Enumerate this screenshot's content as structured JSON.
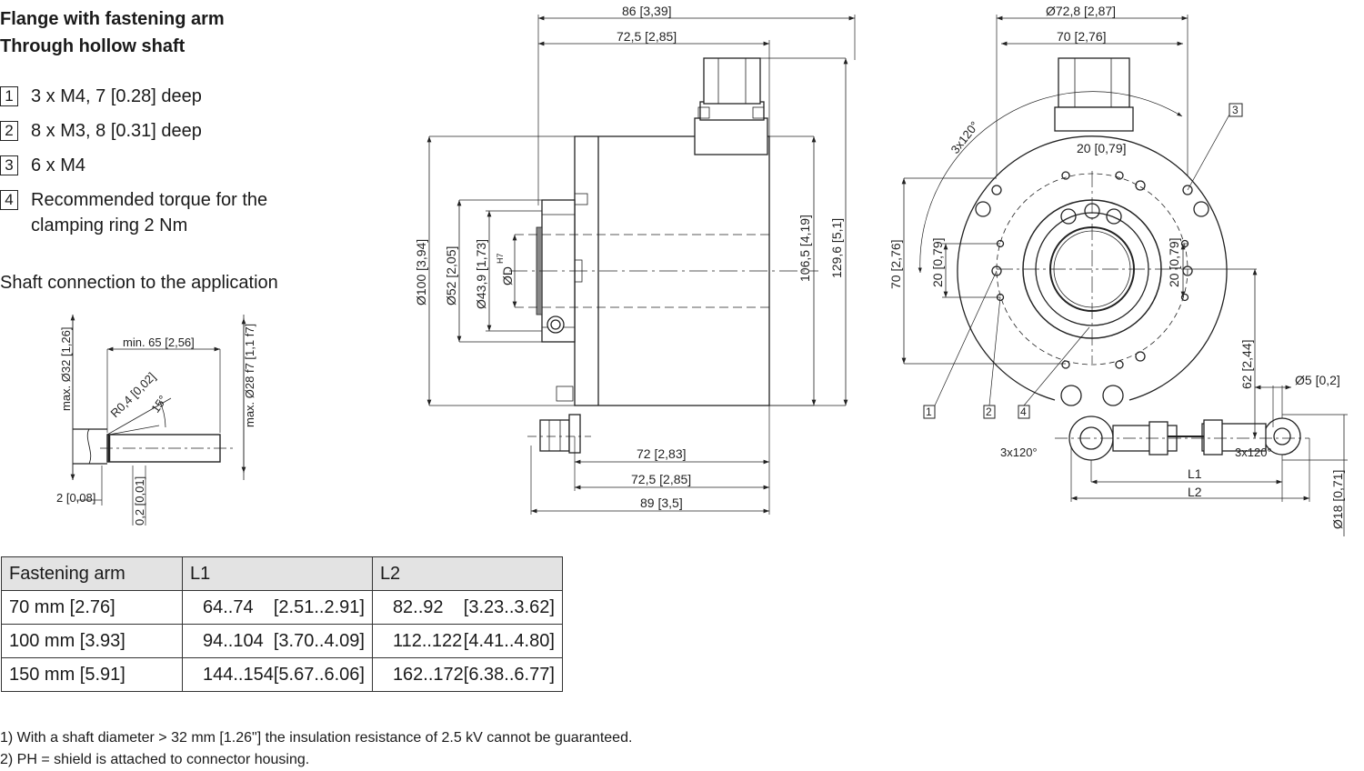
{
  "heading": {
    "line1": "Flange with fastening arm",
    "line2": "Through hollow shaft"
  },
  "legend": [
    {
      "num": "1",
      "lines": [
        "3 x M4, 7 [0.28] deep"
      ]
    },
    {
      "num": "2",
      "lines": [
        "8 x M3, 8 [0.31] deep"
      ]
    },
    {
      "num": "3",
      "lines": [
        "6 x M4"
      ]
    },
    {
      "num": "4",
      "lines": [
        "Recommended torque for the",
        "clamping ring 2 Nm"
      ]
    }
  ],
  "shaft_heading": "Shaft connection to the application",
  "shaft_dims": {
    "min65": "min. 65 [2,56]",
    "dia32": "max. Ø32 [1,26]",
    "dia28": "max. Ø28 f7 [1,1 f7]",
    "radius": "R0,4 [0,02]",
    "angle": "15°",
    "d2": "2 [0,08]",
    "d02": "0,2 [0,01]"
  },
  "side_dims": {
    "d86": "86 [3,39]",
    "d725_top": "72,5 [2,85]",
    "d100": "Ø100 [3,94]",
    "d52": "Ø52 [2,05]",
    "d439": "Ø43,9 [1,73]",
    "dD": "ØD",
    "dH7": "H7",
    "d1065": "106,5 [4,19]",
    "d1296": "129,6 [5,1]",
    "d72": "72 [2,83]",
    "d725_bot": "72,5 [2,85]",
    "d89": "89 [3,5]"
  },
  "front_dims": {
    "d728": "Ø72,8 [2,87]",
    "d70_top": "70 [2,76]",
    "d20_top": "20 [0,79]",
    "d3x120": "3x120°",
    "d70_left": "70 [2,76]",
    "d20_left": "20 [0,79]",
    "d20_right": "20 [0,79]",
    "d62": "62 [2,44]",
    "d5": "Ø5 [0,2]",
    "d18": "Ø18 [0,71]",
    "dL1": "L1",
    "dL2": "L2",
    "d3x120_a": "3x120°",
    "d3x120_b": "3x120°",
    "tag1": "1",
    "tag2": "2",
    "tag3": "3",
    "tag4": "4"
  },
  "table": {
    "headers": [
      "Fastening arm",
      "L1",
      "L2"
    ],
    "rows": [
      {
        "arm": "70 mm [2.76]",
        "l1_mm": "64..74",
        "l1_in": "[2.51..2.91]",
        "l2_mm": "82..92",
        "l2_in": "[3.23..3.62]"
      },
      {
        "arm": "100 mm [3.93]",
        "l1_mm": "94..104",
        "l1_in": "[3.70..4.09]",
        "l2_mm": "112..122",
        "l2_in": "[4.41..4.80]"
      },
      {
        "arm": "150 mm [5.91]",
        "l1_mm": "144..154",
        "l1_in": "[5.67..6.06]",
        "l2_mm": "162..172",
        "l2_in": "[6.38..6.77]"
      }
    ]
  },
  "footnotes": [
    "1)   With a shaft diameter > 32 mm [1.26\"] the insulation resistance of 2.5 kV cannot be guaranteed.",
    "2)   PH = shield is attached to connector housing."
  ]
}
